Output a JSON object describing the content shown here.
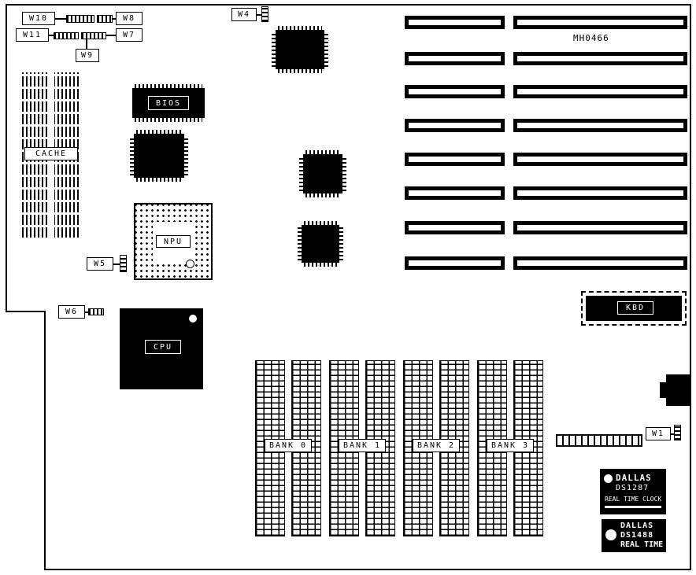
{
  "colors": {
    "ink": "#000000",
    "paper": "#ffffff"
  },
  "board": {
    "part_number": "MH0466"
  },
  "jumpers": {
    "w1": "W1",
    "w4": "W4",
    "w5": "W5",
    "w6": "W6",
    "w7": "W7",
    "w8": "W8",
    "w9": "W9",
    "w10": "W10",
    "w11": "W11"
  },
  "chips": {
    "bios": "BIOS",
    "cache": "CACHE",
    "npu": "NPU",
    "cpu": "CPU",
    "kbd": "KBD"
  },
  "memory_banks": [
    {
      "label": "BANK 0"
    },
    {
      "label": "BANK 1"
    },
    {
      "label": "BANK 2"
    },
    {
      "label": "BANK 3"
    }
  ],
  "rtc_chip": {
    "brand": "DALLAS",
    "model": "DS1287",
    "subtitle": "REAL TIME CLOCK"
  },
  "clock_chip": {
    "brand": "DALLAS",
    "model": "DS1488",
    "subtitle": "REAL TIME"
  }
}
